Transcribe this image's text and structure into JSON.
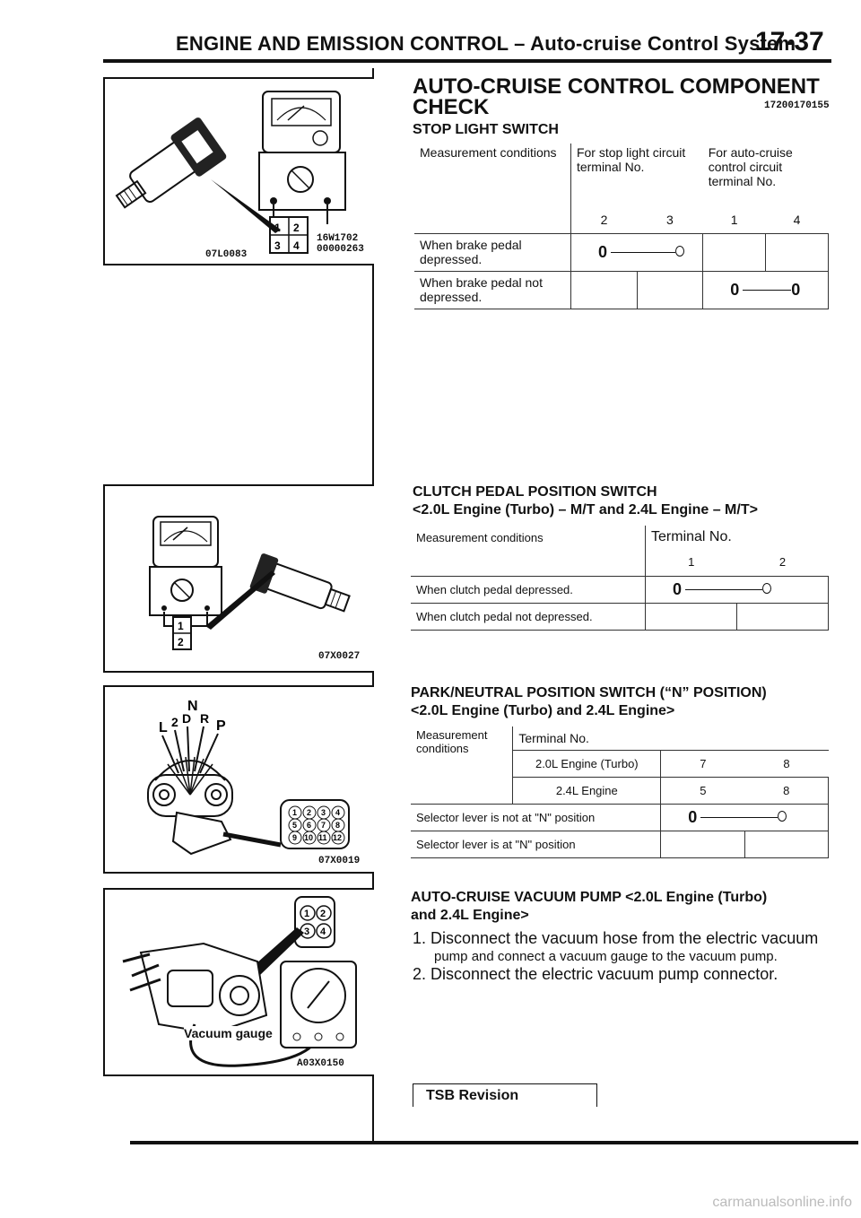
{
  "header": {
    "title": "ENGINE AND EMISSION CONTROL – Auto-cruise Control System",
    "page": "17-37"
  },
  "section": {
    "title": "AUTO-CRUISE CONTROL COMPONENT",
    "title2": "CHECK",
    "code": "17200170155"
  },
  "figures": {
    "fig1": {
      "code_left": "07L0083",
      "code_right_top": "16W1702",
      "code_right_bottom": "00000263",
      "pins": [
        "1",
        "2",
        "3",
        "4"
      ]
    },
    "fig2": {
      "code": "07X0027",
      "pins": [
        "1",
        "2"
      ]
    },
    "fig3": {
      "code": "07X0019",
      "positions": [
        "L",
        "2",
        "D",
        "N",
        "R",
        "P"
      ],
      "pins": [
        "1",
        "2",
        "3",
        "4",
        "5",
        "6",
        "7",
        "8",
        "9",
        "10",
        "11",
        "12"
      ]
    },
    "fig4": {
      "code": "A03X0150",
      "label": "Vacuum gauge",
      "pins": [
        "1",
        "2",
        "3",
        "4"
      ]
    }
  },
  "stop_light": {
    "title": "STOP LIGHT SWITCH",
    "col_measure": "Measurement conditions",
    "col_stop": "For stop light circuit terminal No.",
    "col_cruise": "For auto-cruise control circuit terminal No.",
    "terminals": [
      "2",
      "3",
      "1",
      "4"
    ],
    "row1": "When brake pedal depressed.",
    "row2": "When brake pedal not depressed."
  },
  "clutch": {
    "title": "CLUTCH PEDAL POSITION SWITCH",
    "subtitle": "<2.0L Engine (Turbo) – M/T and 2.4L Engine – M/T>",
    "col_measure": "Measurement conditions",
    "col_terminal": "Terminal No.",
    "terminals": [
      "1",
      "2"
    ],
    "row1": "When clutch pedal depressed.",
    "row2": "When clutch pedal not depressed."
  },
  "park": {
    "title": "PARK/NEUTRAL POSITION SWITCH (“N” POSITION)",
    "subtitle": "<2.0L Engine (Turbo) and 2.4L Engine>",
    "col_measure": "Measurement conditions",
    "col_terminal": "Terminal No.",
    "engine1": "2.0L Engine (Turbo)",
    "engine1_terms": [
      "7",
      "8"
    ],
    "engine2": "2.4L Engine",
    "engine2_terms": [
      "5",
      "8"
    ],
    "row1": "Selector lever is not at \"N\" position",
    "row2": "Selector lever is at \"N\" position"
  },
  "pump": {
    "title": "AUTO-CRUISE VACUUM PUMP <2.0L Engine (Turbo)",
    "title2": "and 2.4L Engine>",
    "step1a": "1. Disconnect the vacuum hose from the electric vacuum",
    "step1b": "pump and connect a vacuum gauge to the vacuum pump.",
    "step2": "2. Disconnect the electric vacuum pump connector."
  },
  "continuity_symbol": "0",
  "tsb": "TSB Revision",
  "watermark": "carmanualsonline.info"
}
